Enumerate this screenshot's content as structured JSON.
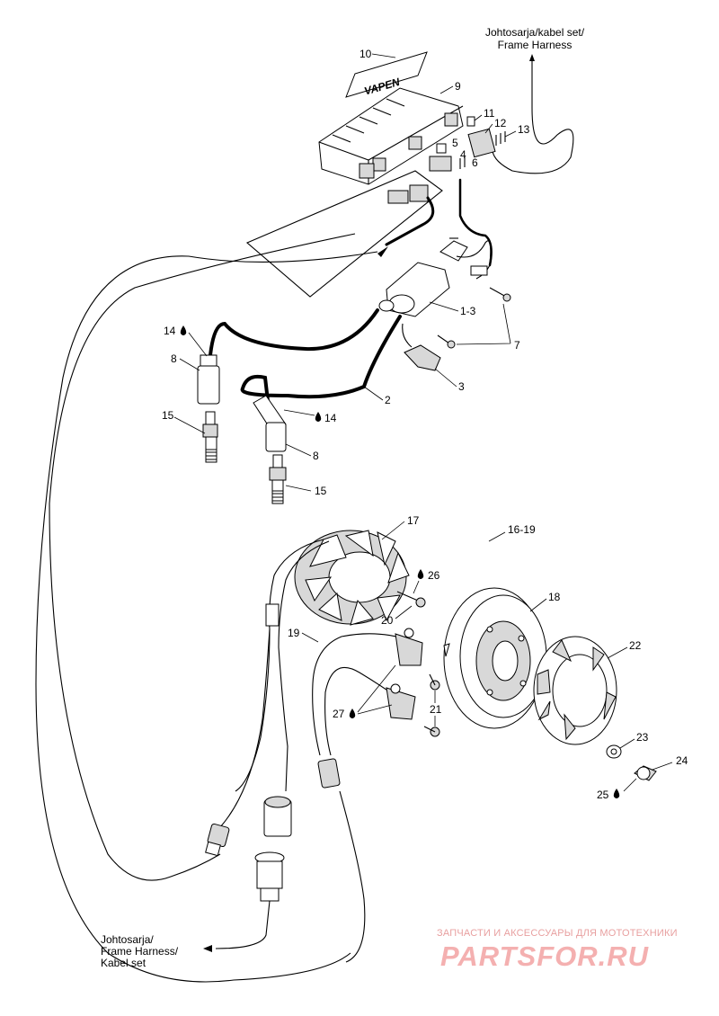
{
  "harness_notes": {
    "top_line1": "Johtosarja/kabel set/",
    "top_line2": "Frame Harness",
    "bottom_line1": "Johtosarja/",
    "bottom_line2": "Frame Harness/",
    "bottom_line3": "Kabel set"
  },
  "sticker_text": "VAPEN",
  "callouts": {
    "c10": "10",
    "c9": "9",
    "c11": "11",
    "c12": "12",
    "c13": "13",
    "c5": "5",
    "c4": "4",
    "c6": "6",
    "c1_3": "1-3",
    "c7": "7",
    "c3": "3",
    "c2": "2",
    "c14a": "14",
    "c8a": "8",
    "c15a": "15",
    "c14b": "14",
    "c8b": "8",
    "c15b": "15",
    "c17": "17",
    "c16_19": "16-19",
    "c26": "26",
    "c20": "20",
    "c18": "18",
    "c19": "19",
    "c22": "22",
    "c27": "27",
    "c21": "21",
    "c23": "23",
    "c24": "24",
    "c25": "25"
  },
  "watermark": {
    "tagline": "ЗАПЧАСТИ И АКСЕССУАРЫ ДЛЯ МОТОТЕХНИКИ",
    "logo": "PARTSFOR.RU"
  }
}
